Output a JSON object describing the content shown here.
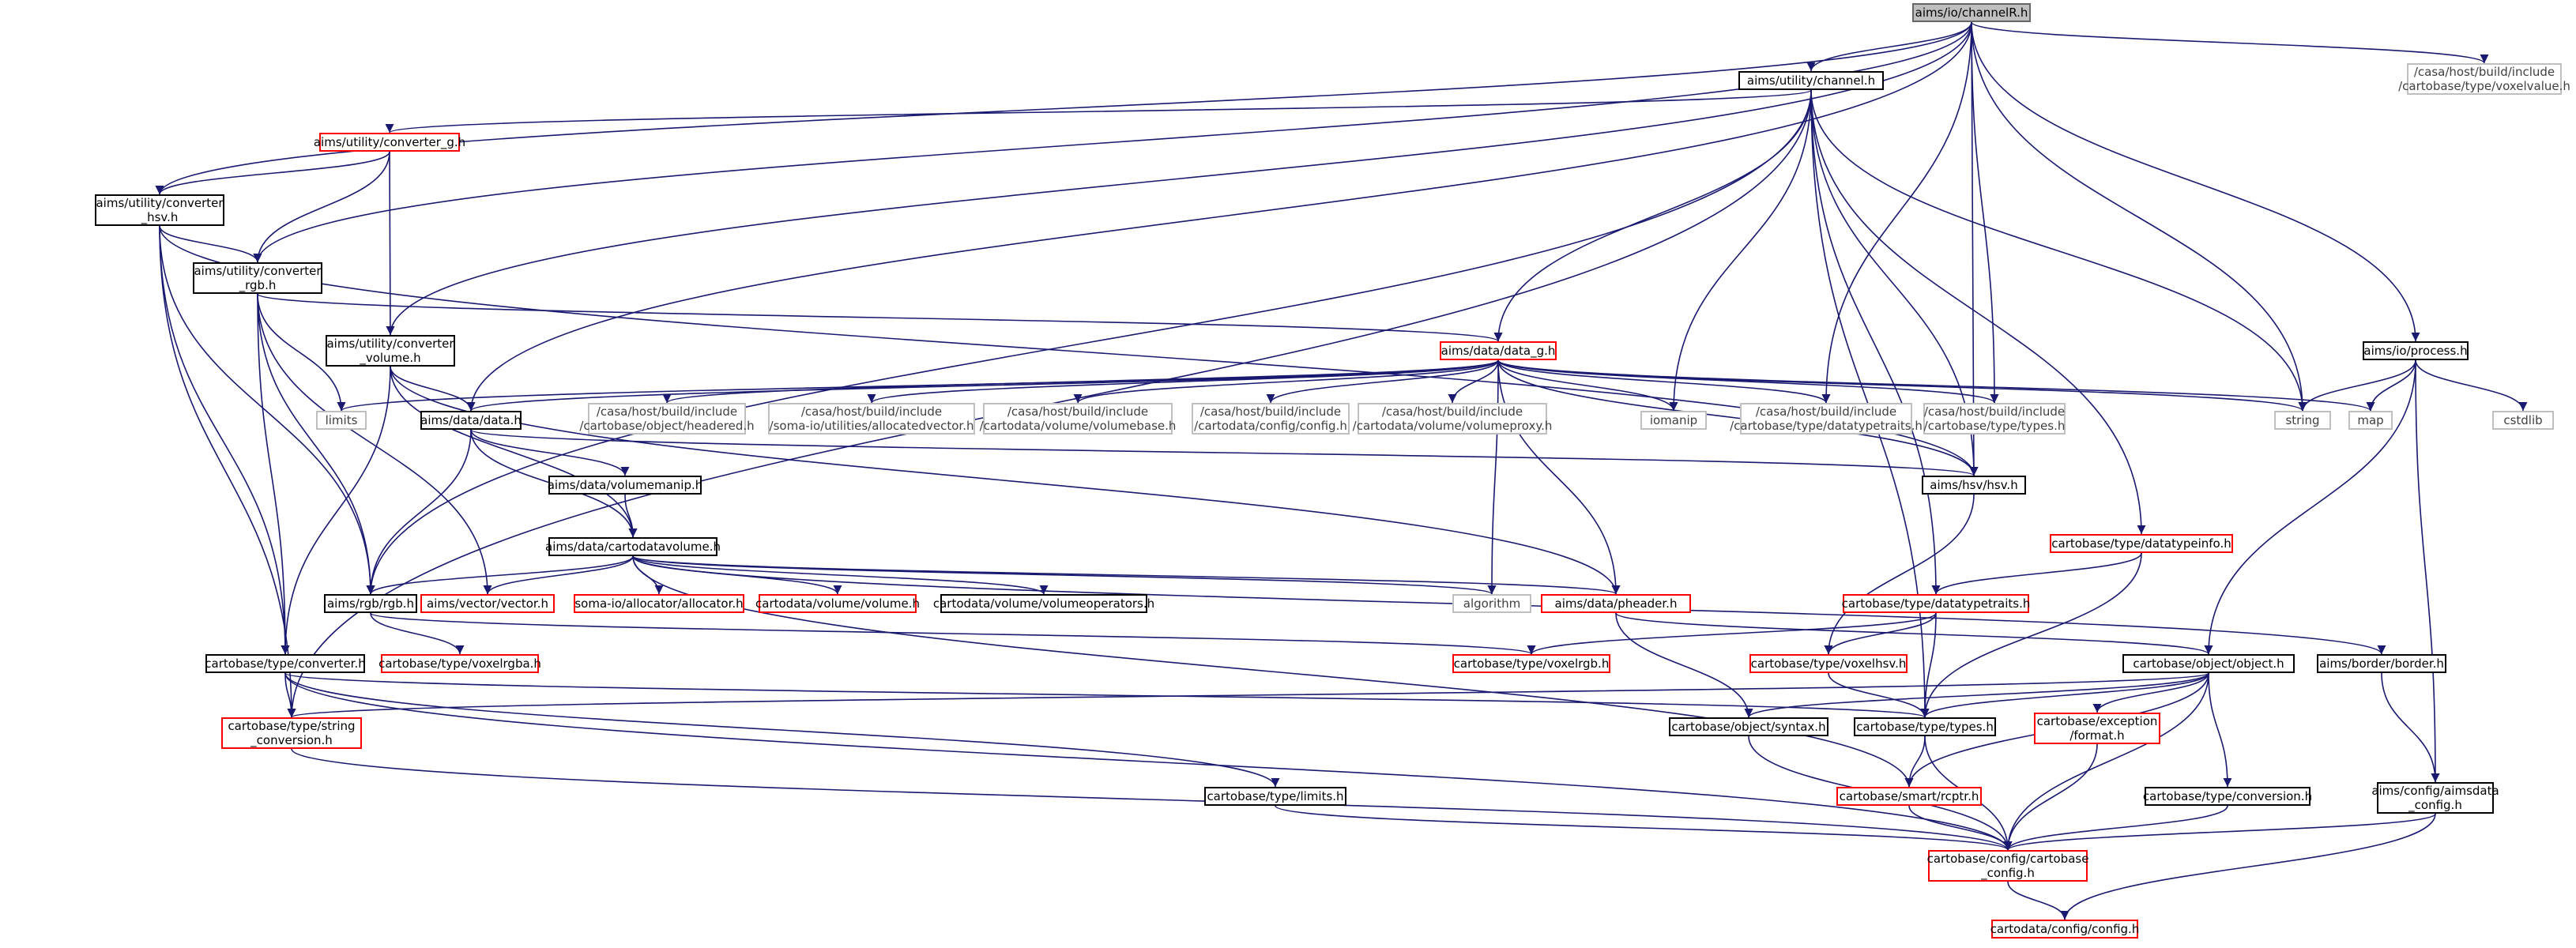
{
  "colors": {
    "edge": "#191970",
    "black_border": "#000000",
    "red_border": "#ff0000",
    "gray_border": "#bfbfbf",
    "root_fill": "#bfbfbf"
  },
  "nodes": {
    "channelR": {
      "lines": [
        "aims/io/channelR.h"
      ],
      "style": "root"
    },
    "channel": {
      "lines": [
        "aims/utility/channel.h"
      ],
      "style": "black"
    },
    "voxelvalue": {
      "lines": [
        "/casa/host/build/include",
        "/cartobase/type/voxelvalue.h"
      ],
      "style": "gray"
    },
    "converter_g": {
      "lines": [
        "aims/utility/converter_g.h"
      ],
      "style": "red"
    },
    "converter_hsv": {
      "lines": [
        "aims/utility/converter",
        "_hsv.h"
      ],
      "style": "black"
    },
    "converter_rgb": {
      "lines": [
        "aims/utility/converter",
        "_rgb.h"
      ],
      "style": "black"
    },
    "converter_volume": {
      "lines": [
        "aims/utility/converter",
        "_volume.h"
      ],
      "style": "black"
    },
    "data_g": {
      "lines": [
        "aims/data/data_g.h"
      ],
      "style": "red"
    },
    "process": {
      "lines": [
        "aims/io/process.h"
      ],
      "style": "black"
    },
    "limits": {
      "lines": [
        "limits"
      ],
      "style": "gray"
    },
    "data": {
      "lines": [
        "aims/data/data.h"
      ],
      "style": "black"
    },
    "headered": {
      "lines": [
        "/casa/host/build/include",
        "/cartobase/object/headered.h"
      ],
      "style": "gray"
    },
    "allocatedvector": {
      "lines": [
        "/casa/host/build/include",
        "/soma-io/utilities/allocatedvector.h"
      ],
      "style": "gray"
    },
    "volumebase": {
      "lines": [
        "/casa/host/build/include",
        "/cartodata/volume/volumebase.h"
      ],
      "style": "gray"
    },
    "cartodata_config": {
      "lines": [
        "/casa/host/build/include",
        "/cartodata/config/config.h"
      ],
      "style": "gray"
    },
    "volumeproxy": {
      "lines": [
        "/casa/host/build/include",
        "/cartodata/volume/volumeproxy.h"
      ],
      "style": "gray"
    },
    "iomanip": {
      "lines": [
        "iomanip"
      ],
      "style": "gray"
    },
    "datatypetraits_gray": {
      "lines": [
        "/casa/host/build/include",
        "/cartobase/type/datatypetraits.h"
      ],
      "style": "gray"
    },
    "types_gray": {
      "lines": [
        "/casa/host/build/include",
        "/cartobase/type/types.h"
      ],
      "style": "gray"
    },
    "string": {
      "lines": [
        "string"
      ],
      "style": "gray"
    },
    "map": {
      "lines": [
        "map"
      ],
      "style": "gray"
    },
    "cstdlib": {
      "lines": [
        "cstdlib"
      ],
      "style": "gray"
    },
    "volumemanip": {
      "lines": [
        "aims/data/volumemanip.h"
      ],
      "style": "black"
    },
    "hsv": {
      "lines": [
        "aims/hsv/hsv.h"
      ],
      "style": "black"
    },
    "cartodatavolume": {
      "lines": [
        "aims/data/cartodatavolume.h"
      ],
      "style": "black"
    },
    "datatypeinfo": {
      "lines": [
        "cartobase/type/datatypeinfo.h"
      ],
      "style": "red"
    },
    "rgb": {
      "lines": [
        "aims/rgb/rgb.h"
      ],
      "style": "black"
    },
    "vector": {
      "lines": [
        "aims/vector/vector.h"
      ],
      "style": "red"
    },
    "allocator": {
      "lines": [
        "soma-io/allocator/allocator.h"
      ],
      "style": "red"
    },
    "volume": {
      "lines": [
        "cartodata/volume/volume.h"
      ],
      "style": "red"
    },
    "volumeoperators": {
      "lines": [
        "cartodata/volume/volumeoperators.h"
      ],
      "style": "black"
    },
    "algorithm": {
      "lines": [
        "algorithm"
      ],
      "style": "gray"
    },
    "pheader": {
      "lines": [
        "aims/data/pheader.h"
      ],
      "style": "red"
    },
    "datatypetraits": {
      "lines": [
        "cartobase/type/datatypetraits.h"
      ],
      "style": "red"
    },
    "voxelrgba": {
      "lines": [
        "cartobase/type/voxelrgba.h"
      ],
      "style": "red"
    },
    "converter": {
      "lines": [
        "cartobase/type/converter.h"
      ],
      "style": "black"
    },
    "voxelrgb": {
      "lines": [
        "cartobase/type/voxelrgb.h"
      ],
      "style": "red"
    },
    "voxelhsv": {
      "lines": [
        "cartobase/type/voxelhsv.h"
      ],
      "style": "red"
    },
    "object": {
      "lines": [
        "cartobase/object/object.h"
      ],
      "style": "black"
    },
    "border": {
      "lines": [
        "aims/border/border.h"
      ],
      "style": "black"
    },
    "string_conversion": {
      "lines": [
        "cartobase/type/string",
        "_conversion.h"
      ],
      "style": "red"
    },
    "syntax": {
      "lines": [
        "cartobase/object/syntax.h"
      ],
      "style": "black"
    },
    "types": {
      "lines": [
        "cartobase/type/types.h"
      ],
      "style": "black"
    },
    "exception_format": {
      "lines": [
        "cartobase/exception",
        "/format.h"
      ],
      "style": "red"
    },
    "type_limits": {
      "lines": [
        "cartobase/type/limits.h"
      ],
      "style": "black"
    },
    "rcptr": {
      "lines": [
        "cartobase/smart/rcptr.h"
      ],
      "style": "red"
    },
    "conversion": {
      "lines": [
        "cartobase/type/conversion.h"
      ],
      "style": "black"
    },
    "aimsdata_config": {
      "lines": [
        "aims/config/aimsdata",
        "_config.h"
      ],
      "style": "black"
    },
    "cartobase_config": {
      "lines": [
        "cartobase/config/cartobase",
        "_config.h"
      ],
      "style": "red"
    },
    "cartodata_config_h": {
      "lines": [
        "cartodata/config/config.h"
      ],
      "style": "red"
    }
  },
  "edges": [
    [
      "channelR",
      "channel"
    ],
    [
      "channelR",
      "voxelvalue"
    ],
    [
      "channelR",
      "converter_hsv"
    ],
    [
      "channelR",
      "converter_rgb"
    ],
    [
      "channelR",
      "converter_volume"
    ],
    [
      "channelR",
      "data"
    ],
    [
      "channelR",
      "process"
    ],
    [
      "channelR",
      "string"
    ],
    [
      "channelR",
      "datatypetraits_gray"
    ],
    [
      "channelR",
      "types_gray"
    ],
    [
      "channelR",
      "hsv"
    ],
    [
      "channel",
      "converter_g"
    ],
    [
      "channel",
      "data_g"
    ],
    [
      "channel",
      "datatypetraits"
    ],
    [
      "channel",
      "datatypeinfo"
    ],
    [
      "channel",
      "rgb"
    ],
    [
      "channel",
      "iomanip"
    ],
    [
      "channel",
      "string"
    ],
    [
      "channel",
      "types"
    ],
    [
      "channel",
      "string_conversion"
    ],
    [
      "channel",
      "hsv"
    ],
    [
      "converter_g",
      "converter_hsv"
    ],
    [
      "converter_g",
      "converter_rgb"
    ],
    [
      "converter_g",
      "converter_volume"
    ],
    [
      "converter_hsv",
      "converter_rgb"
    ],
    [
      "converter_hsv",
      "rgb"
    ],
    [
      "converter_hsv",
      "hsv"
    ],
    [
      "converter_hsv",
      "converter"
    ],
    [
      "converter_hsv",
      "string_conversion"
    ],
    [
      "converter_rgb",
      "limits"
    ],
    [
      "converter_rgb",
      "rgb"
    ],
    [
      "converter_rgb",
      "vector"
    ],
    [
      "converter_rgb",
      "converter"
    ],
    [
      "converter_rgb",
      "data_g"
    ],
    [
      "converter_volume",
      "data"
    ],
    [
      "converter_volume",
      "cartodatavolume"
    ],
    [
      "converter_volume",
      "converter"
    ],
    [
      "converter_volume",
      "pheader"
    ],
    [
      "data_g",
      "limits"
    ],
    [
      "data_g",
      "data"
    ],
    [
      "data_g",
      "headered"
    ],
    [
      "data_g",
      "allocatedvector"
    ],
    [
      "data_g",
      "volumebase"
    ],
    [
      "data_g",
      "cartodata_config"
    ],
    [
      "data_g",
      "volumeproxy"
    ],
    [
      "data_g",
      "iomanip"
    ],
    [
      "data_g",
      "datatypetraits_gray"
    ],
    [
      "data_g",
      "types_gray"
    ],
    [
      "data_g",
      "string"
    ],
    [
      "data_g",
      "map"
    ],
    [
      "data_g",
      "algorithm"
    ],
    [
      "data_g",
      "pheader"
    ],
    [
      "data_g",
      "hsv"
    ],
    [
      "data",
      "volumemanip"
    ],
    [
      "data",
      "cartodatavolume"
    ],
    [
      "data",
      "rgb"
    ],
    [
      "data",
      "hsv"
    ],
    [
      "volumemanip",
      "cartodatavolume"
    ],
    [
      "cartodatavolume",
      "rgb"
    ],
    [
      "cartodatavolume",
      "vector"
    ],
    [
      "cartodatavolume",
      "allocator"
    ],
    [
      "cartodatavolume",
      "volume"
    ],
    [
      "cartodatavolume",
      "volumeoperators"
    ],
    [
      "cartodatavolume",
      "algorithm"
    ],
    [
      "cartodatavolume",
      "pheader"
    ],
    [
      "cartodatavolume",
      "border"
    ],
    [
      "cartodatavolume",
      "rcptr"
    ],
    [
      "process",
      "string"
    ],
    [
      "process",
      "map"
    ],
    [
      "process",
      "cstdlib"
    ],
    [
      "process",
      "object"
    ],
    [
      "process",
      "aimsdata_config"
    ],
    [
      "hsv",
      "voxelhsv"
    ],
    [
      "datatypeinfo",
      "datatypetraits"
    ],
    [
      "datatypeinfo",
      "types"
    ],
    [
      "rgb",
      "voxelrgba"
    ],
    [
      "rgb",
      "voxelrgb"
    ],
    [
      "pheader",
      "object"
    ],
    [
      "pheader",
      "syntax"
    ],
    [
      "datatypetraits",
      "voxelrgb"
    ],
    [
      "datatypetraits",
      "voxelhsv"
    ],
    [
      "datatypetraits",
      "types"
    ],
    [
      "converter",
      "types"
    ],
    [
      "converter",
      "string_conversion"
    ],
    [
      "converter",
      "type_limits"
    ],
    [
      "converter",
      "cartobase_config"
    ],
    [
      "voxelhsv",
      "types"
    ],
    [
      "object",
      "syntax"
    ],
    [
      "object",
      "types"
    ],
    [
      "object",
      "exception_format"
    ],
    [
      "object",
      "rcptr"
    ],
    [
      "object",
      "conversion"
    ],
    [
      "object",
      "string_conversion"
    ],
    [
      "object",
      "cartobase_config"
    ],
    [
      "border",
      "aimsdata_config"
    ],
    [
      "string_conversion",
      "cartobase_config"
    ],
    [
      "syntax",
      "cartobase_config"
    ],
    [
      "types",
      "rcptr"
    ],
    [
      "types",
      "cartobase_config"
    ],
    [
      "exception_format",
      "cartobase_config"
    ],
    [
      "type_limits",
      "cartobase_config"
    ],
    [
      "rcptr",
      "cartobase_config"
    ],
    [
      "conversion",
      "cartobase_config"
    ],
    [
      "aimsdata_config",
      "cartobase_config"
    ],
    [
      "aimsdata_config",
      "cartodata_config_h"
    ],
    [
      "cartobase_config",
      "cartodata_config_h"
    ]
  ]
}
